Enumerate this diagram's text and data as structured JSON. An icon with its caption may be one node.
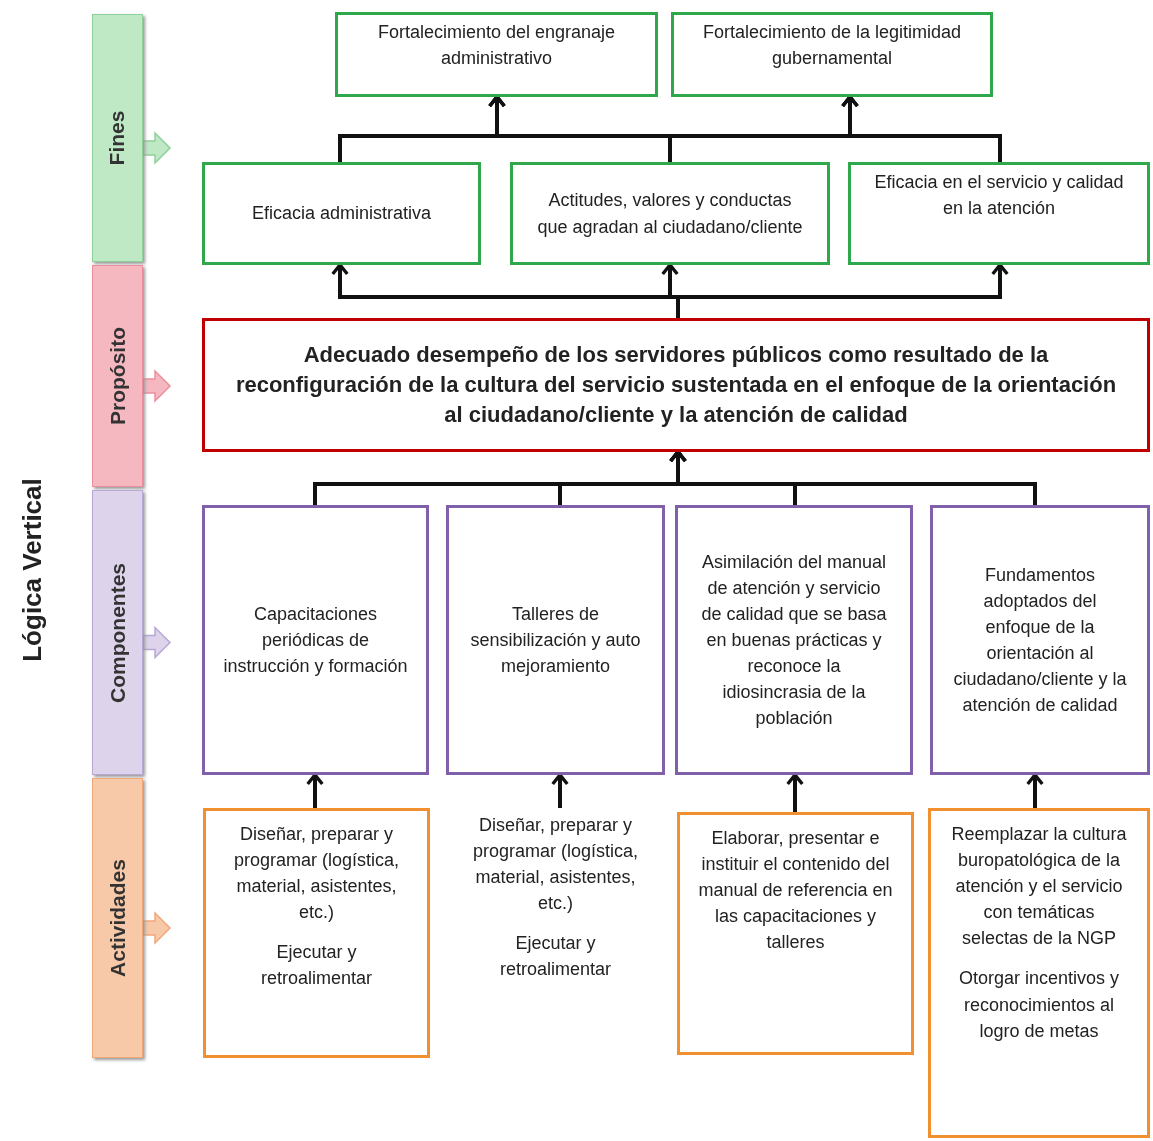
{
  "diagram": {
    "nodes": [
      {
        "text": [
          "Fines"
        ]
      },
      {
        "text": [
          "Fortalecimiento del engranaje administrativo"
        ]
      },
      {
        "text": [
          "Fortalecimiento de la legitimidad gubernamental"
        ]
      },
      {
        "text": [
          "Eficacia administrativa"
        ]
      },
      {
        "text": [
          "Actitudes, valores y conductas que agradan al ciudadano/cliente"
        ]
      },
      {
        "text": [
          "Eficacia en el servicio y calidad en la atención"
        ]
      },
      {
        "text": [
          "Propósito"
        ]
      },
      {
        "text": [
          "Adecuado desempeño de los servidores públicos como resultado de la reconfiguración de la cultura del servicio sustentada en el enfoque de la orientación al ciudadano/cliente y la atención de calidad"
        ]
      },
      {
        "text": [
          "Componentes"
        ]
      },
      {
        "text": [
          "Capacitaciones periódicas de instrucción y formación"
        ]
      },
      {
        "text": [
          "Talleres de sensibilización y auto mejoramiento"
        ]
      },
      {
        "text": [
          "Asimilación del manual de atención y servicio de calidad que se basa en buenas prácticas y reconoce la idiosincrasia de la población"
        ]
      },
      {
        "text": [
          "Fundamentos adoptados del enfoque de la orientación al ciudadano/cliente y la atención de calidad"
        ]
      },
      {
        "text": [
          "Actividades"
        ]
      },
      {
        "text": [
          "Diseñar, preparar y programar (logística, material, asistentes, etc.)",
          "Ejecutar y retroalimentar"
        ]
      },
      {
        "text": [
          "Diseñar, preparar y programar (logística, material, asistentes, etc.)",
          "Ejecutar y retroalimentar"
        ]
      },
      {
        "text": [
          "Elaborar, presentar e instituir el contenido del manual de referencia en las capacitaciones y talleres"
        ]
      },
      {
        "text": [
          "Reemplazar la cultura buropatológica de la atención y el servicio con temáticas selectas de la NGP",
          "Otorgar incentivos y reconocimientos al logro de metas"
        ]
      }
    ],
    "edges": [
      {
        "from": 3,
        "to": 1,
        "arrow": "to"
      },
      {
        "from": 3,
        "to": 2,
        "arrow": "to"
      },
      {
        "from": 4,
        "to": 1,
        "arrow": "to"
      },
      {
        "from": 4,
        "to": 2,
        "arrow": "to"
      },
      {
        "from": 5,
        "to": 1,
        "arrow": "to"
      },
      {
        "from": 5,
        "to": 2,
        "arrow": "to"
      },
      {
        "from": 7,
        "to": 3,
        "arrow": "to"
      },
      {
        "from": 7,
        "to": 4,
        "arrow": "to"
      },
      {
        "from": 7,
        "to": 5,
        "arrow": "to"
      },
      {
        "from": 9,
        "to": 7,
        "arrow": "to"
      },
      {
        "from": 10,
        "to": 7,
        "arrow": "to"
      },
      {
        "from": 11,
        "to": 7,
        "arrow": "to"
      },
      {
        "from": 12,
        "to": 7,
        "arrow": "to"
      },
      {
        "from": 14,
        "to": 9,
        "arrow": "to"
      },
      {
        "from": 15,
        "to": 10,
        "arrow": "to"
      },
      {
        "from": 16,
        "to": 11,
        "arrow": "to"
      },
      {
        "from": 17,
        "to": 12,
        "arrow": "to"
      }
    ],
    "labels": [
      "Lógica Vertical"
    ]
  }
}
